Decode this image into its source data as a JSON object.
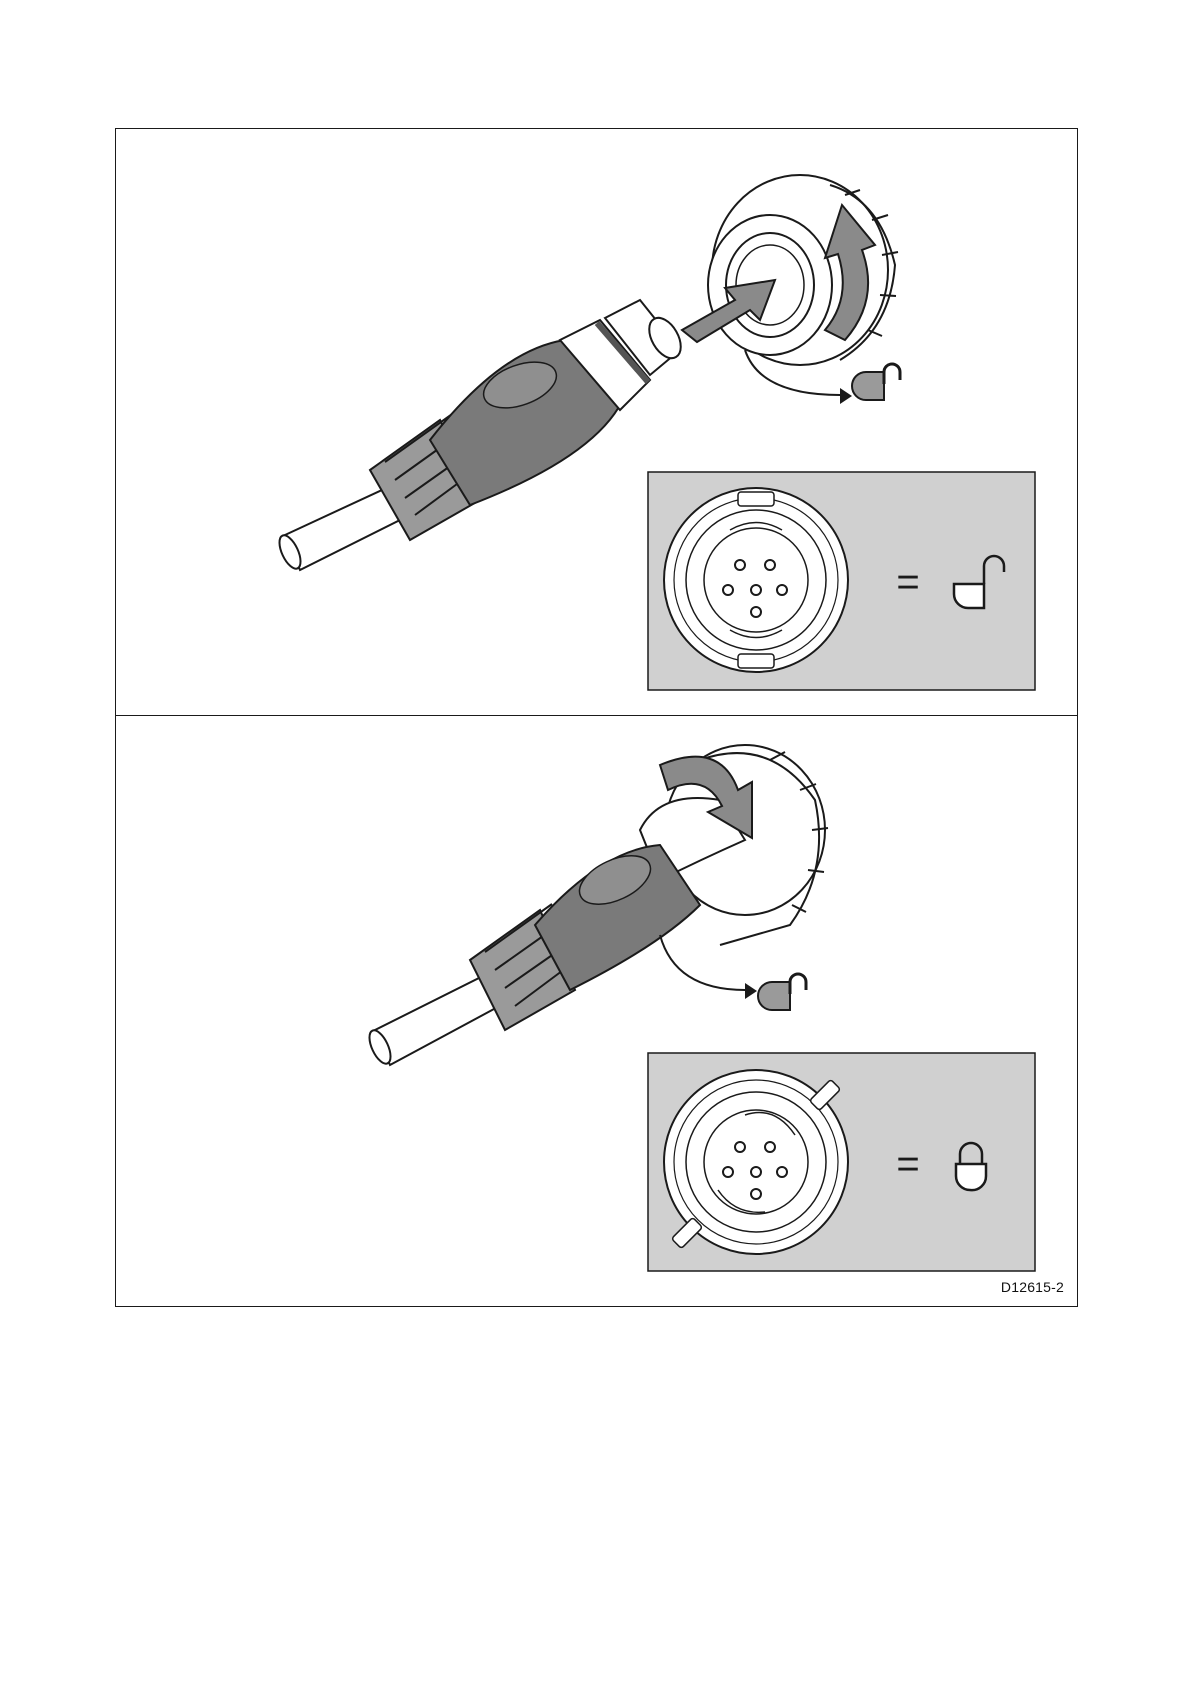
{
  "figure": {
    "reference_code": "D12615-2",
    "panels": [
      {
        "id": "unlocked",
        "equals_sign": "=",
        "state_icon": "padlock-open-icon"
      },
      {
        "id": "locked",
        "equals_sign": "=",
        "state_icon": "padlock-closed-icon"
      }
    ]
  },
  "colors": {
    "line": "#1a1a1a",
    "inset_background": "#d0d0d0",
    "cable_body": "#7a7a7a",
    "arrow_fill": "#8a8a8a"
  }
}
